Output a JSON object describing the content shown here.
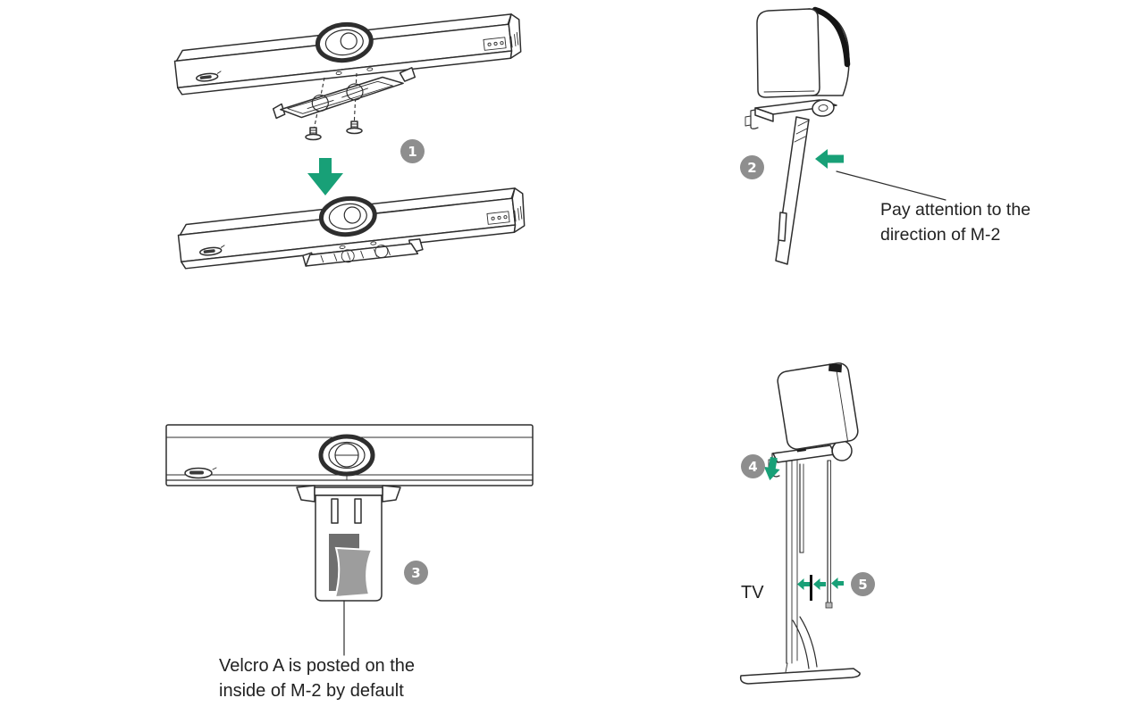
{
  "colors": {
    "accent_green": "#18A077",
    "badge_gray": "#8E8E8E",
    "line": "#2E2E2E",
    "text": "#212121",
    "velcro_back": "#6F6F6F",
    "velcro_front": "#9D9D9D"
  },
  "steps": [
    "1",
    "2",
    "3",
    "4",
    "5"
  ],
  "annotations": {
    "m2_direction_note": [
      "Pay attention to the",
      "direction of M-2"
    ],
    "velcro_note": [
      "Velcro A is posted on the",
      "inside of M-2 by default"
    ],
    "tv_label": "TV"
  }
}
